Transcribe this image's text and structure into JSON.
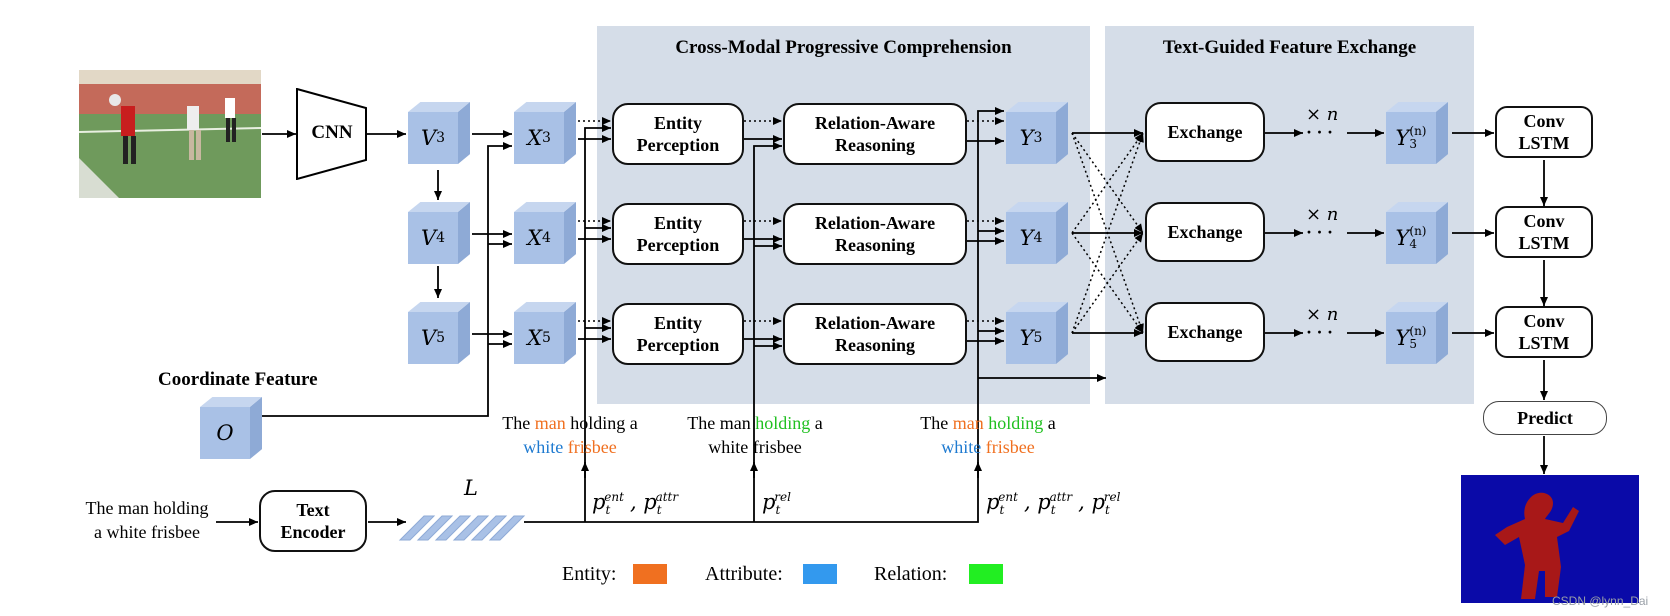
{
  "panels": {
    "cmpc_title": "Cross-Modal Progressive Comprehension",
    "tgfe_title": "Text-Guided Feature Exchange"
  },
  "labels": {
    "cnn": "CNN",
    "coordinate_feature": "Coordinate Feature",
    "text_encoder": "Text\nEncoder",
    "entity_perception": "Entity\nPerception",
    "relation_reasoning": "Relation-Aware\nReasoning",
    "exchange": "Exchange",
    "conv_lstm": "Conv\nLSTM",
    "predict": "Predict",
    "times_n": "× n",
    "dots": "· · ·"
  },
  "features": {
    "v": [
      "V",
      "V",
      "V"
    ],
    "v_sub": [
      "3",
      "4",
      "5"
    ],
    "x": [
      "X",
      "X",
      "X"
    ],
    "y": [
      "Y",
      "Y",
      "Y"
    ],
    "y_sup": "(n)",
    "o": "O",
    "l": "L"
  },
  "input_sentence": {
    "line1": "The man holding",
    "line2": "a white frisbee"
  },
  "sentences": {
    "s1": {
      "w1": "The ",
      "w2": "man",
      "w3": " holding a",
      "w4": "white",
      "w5": " ",
      "w6": "frisbee"
    },
    "s2": {
      "w1": "The man ",
      "w2": "holding",
      "w3": " a",
      "w4": "white frisbee"
    },
    "s3": {
      "w1": "The ",
      "w2": "man",
      "w3": " ",
      "w4": "holding",
      "w5": " a",
      "w6": "white",
      "w7": " ",
      "w8": "frisbee"
    }
  },
  "probabilities": {
    "p": "p",
    "t": "t",
    "ent": "ent",
    "attr": "attr",
    "rel": "rel",
    "comma": ", "
  },
  "legend": {
    "entity": "Entity:",
    "attribute": "Attribute:",
    "relation": "Relation:"
  },
  "colors": {
    "entity": "#f07020",
    "attribute": "#3399ee",
    "relation": "#22ee22",
    "panel": "#d5dde8",
    "cube": "#a9c1e6",
    "mask_bg": "#0a0aa8",
    "mask_fg": "#a81818"
  },
  "watermark": "CSDN @lynn_Dai"
}
